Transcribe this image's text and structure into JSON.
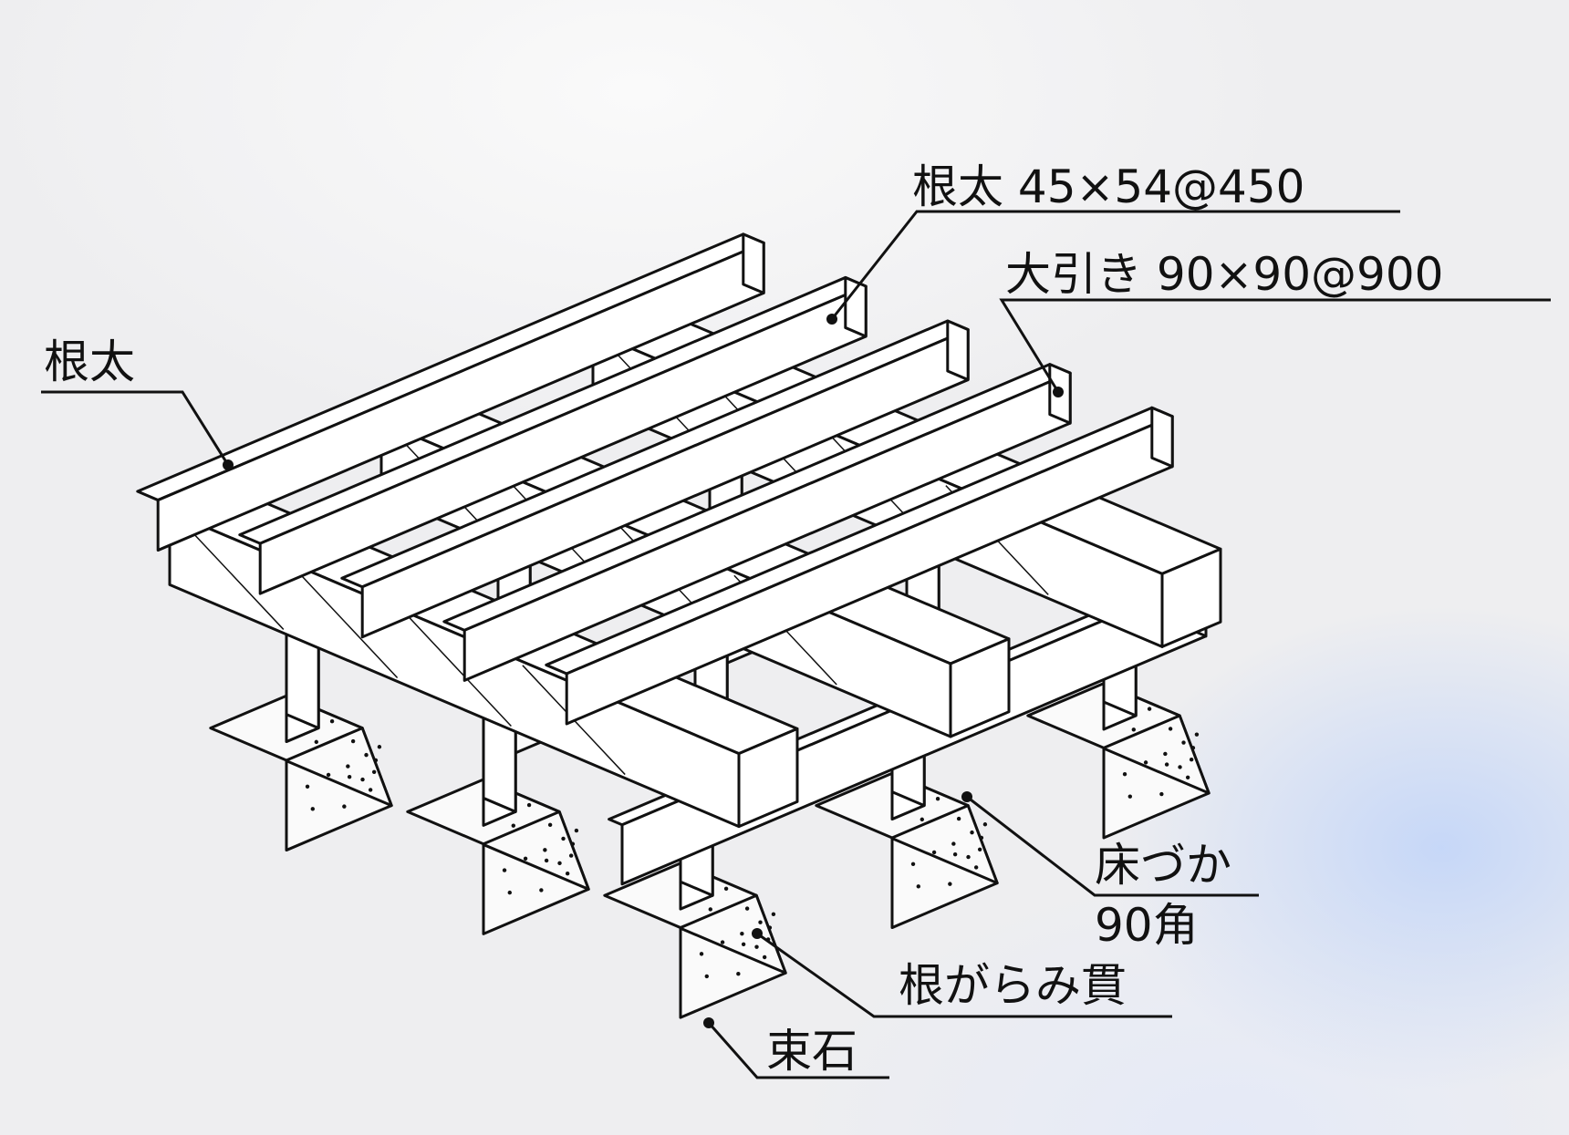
{
  "labels": {
    "joist_spec": "根太 45×54@450",
    "sleeper_spec": "大引き 90×90@900",
    "joist": "根太",
    "floor_post_line1": "床づか",
    "floor_post_line2": "90角",
    "tie_beam": "根がらみ貫",
    "foundation_stone": "束石"
  },
  "colors": {
    "line": "#111111",
    "member_fill": "#ffffff",
    "stone_fill": "#fafafa"
  }
}
